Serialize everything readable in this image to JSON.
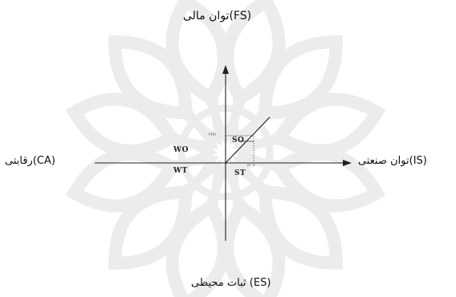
{
  "axes": {
    "top": "توان مالی(FS)",
    "bottom": "ثبات محیطی (ES)",
    "left": "رقابتی(CA)",
    "right": "توان صنعتی(IS)"
  },
  "quadrants": {
    "top_left": "WO",
    "bottom_left": "WT",
    "top_right": "SO",
    "bottom_right": "ST"
  },
  "ticks": {
    "y_value": "۲/۷۱",
    "x_value": "۳/۰۴"
  },
  "colors": {
    "axis": "#222222",
    "watermark": "#ececec"
  }
}
